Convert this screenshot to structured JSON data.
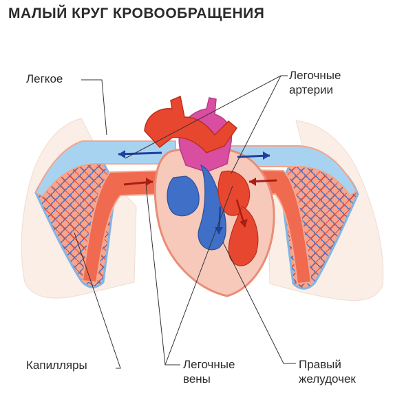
{
  "title": "МАЛЫЙ КРУГ КРОВООБРАЩЕНИЯ",
  "labels": {
    "lung": "Легкое",
    "arteries_1": "Легочные",
    "arteries_2": "артерии",
    "capillaries": "Капилляры",
    "veins_1": "Легочные",
    "veins_2": "вены",
    "ventricle_1": "Правый",
    "ventricle_2": "желудочек"
  },
  "colors": {
    "oxygenated": "#e8472f",
    "deoxygenated": "#3f6fc6",
    "capillary_blue": "#8fc4ea",
    "heart_tissue": "#f6c9bb",
    "aorta_pink": "#d94ea0",
    "lung_fill": "#faeee6"
  }
}
